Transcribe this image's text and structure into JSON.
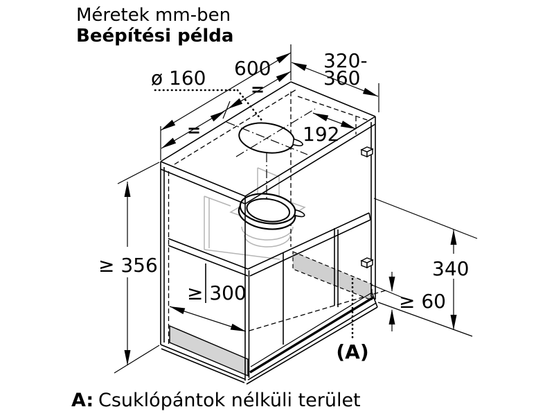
{
  "title": {
    "line1": "Méretek mm-ben",
    "line2": "Beépítési példa"
  },
  "dimensions": {
    "duct_diameter": "ø 160",
    "cabinet_width": "600",
    "cabinet_depth_line1": "320-",
    "cabinet_depth_line2": "360",
    "hole_offset": "192",
    "niche_height_min": "≥ 356",
    "clearance_min": "≥ 300",
    "door_height": "340",
    "hinge_free_min": "≥ 60",
    "area_marker": "(A)",
    "equal_left": "=",
    "equal_top": "="
  },
  "caption": {
    "label": "A:",
    "text": "Csuklópántok nélküli terület"
  },
  "colors": {
    "line": "#000000",
    "background": "#ffffff",
    "bottom_panel_fill": "#d4d4d4",
    "hinge_free_area_fill": "#cfcfcf",
    "hood_outline_gray": "#b4b4b4"
  }
}
